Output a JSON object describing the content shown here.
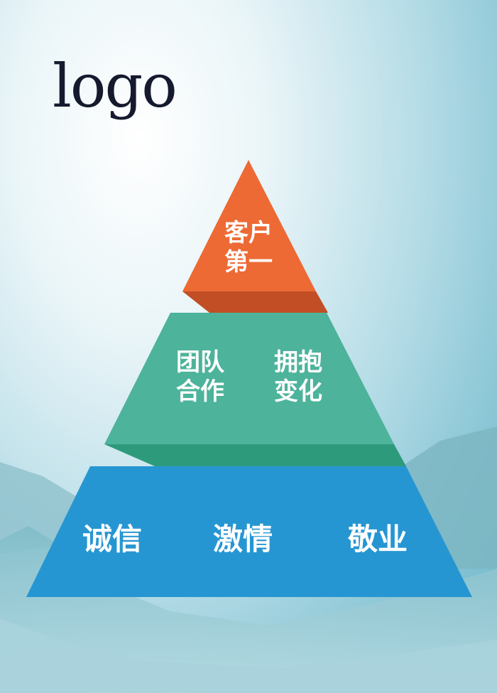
{
  "logo": "logo",
  "pyramid": {
    "top": {
      "line1": "客户",
      "line2": "第一",
      "color": "#ed6a35",
      "shadow": "#c24e25"
    },
    "middle": {
      "left_line1": "团队",
      "left_line2": "合作",
      "right_line1": "拥抱",
      "right_line2": "变化",
      "color": "#4db39b",
      "shadow": "#2f8f78"
    },
    "bottom": {
      "items": [
        "诚信",
        "激情",
        "敬业"
      ],
      "color": "#2696d2"
    }
  }
}
